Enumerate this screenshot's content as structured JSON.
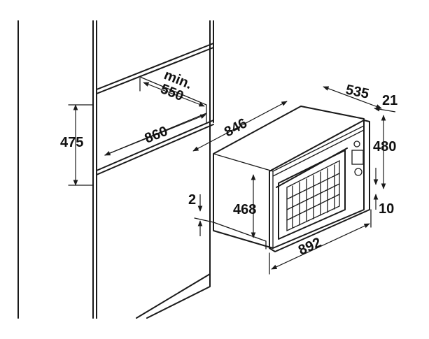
{
  "dimensions": {
    "niche_depth_min_label": "min.",
    "niche_depth_min_value": "550",
    "niche_width": "860",
    "niche_height": "475",
    "oven_front_width": "846",
    "oven_depth": "535",
    "front_panel_thickness": "21",
    "oven_height": "480",
    "body_height": "468",
    "gap_bottom_left": "2",
    "gap_bottom_right": "10",
    "front_width": "892"
  }
}
